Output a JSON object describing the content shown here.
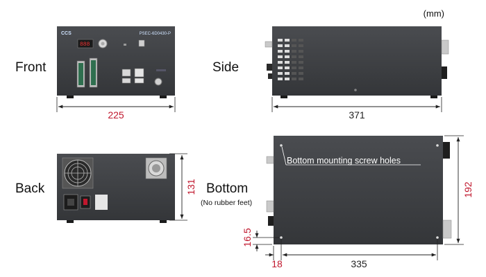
{
  "unit": "(mm)",
  "views": {
    "front": {
      "label": "Front",
      "brand": "CCS",
      "model": "PSEC-6D0430-P",
      "width_dim": "225"
    },
    "side": {
      "label": "Side",
      "length_dim": "371"
    },
    "back": {
      "label": "Back",
      "height_dim": "131"
    },
    "bottom": {
      "label": "Bottom",
      "note": "(No rubber feet)",
      "callout": "Bottom mounting screw holes",
      "depth_dim": "192",
      "edge_dim": "16.5",
      "offset_dim": "18",
      "hole_span_dim": "335"
    }
  },
  "colors": {
    "body": "#3f4144",
    "dim_highlight": "#c0172d",
    "dim_line": "#222222"
  }
}
